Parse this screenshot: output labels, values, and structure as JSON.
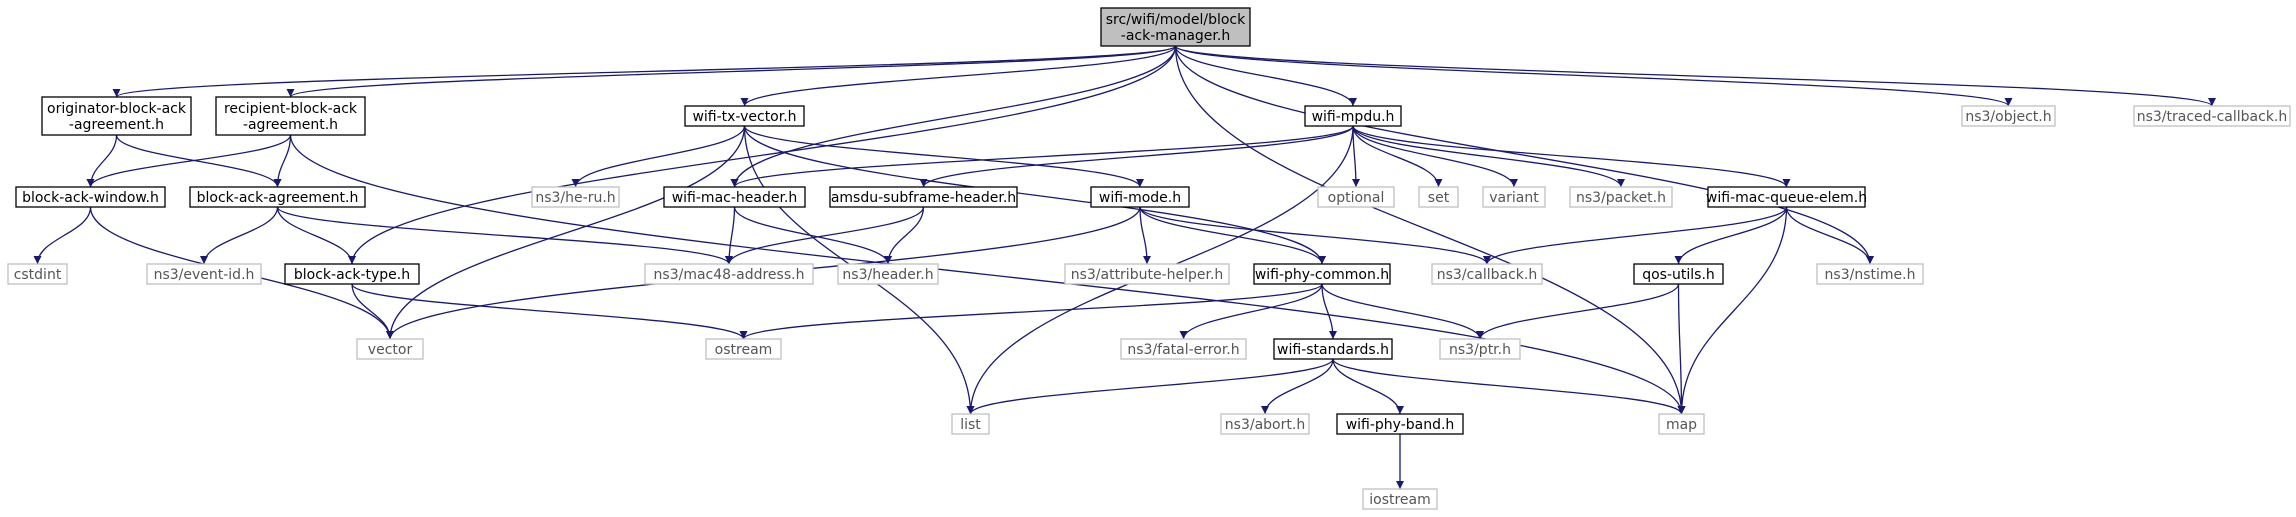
{
  "colors": {
    "edge": "#191970",
    "internal_border": "#000000",
    "external_border": "#bfbfbf",
    "root_fill": "#bfbfbf"
  },
  "nodes": [
    {
      "id": "root",
      "lines": [
        "src/wifi/model/block",
        "-ack-manager.h"
      ],
      "kind": "root"
    },
    {
      "id": "orig",
      "lines": [
        "originator-block-ack",
        "-agreement.h"
      ],
      "kind": "internal"
    },
    {
      "id": "recip",
      "lines": [
        "recipient-block-ack",
        "-agreement.h"
      ],
      "kind": "internal"
    },
    {
      "id": "txvec",
      "lines": [
        "wifi-tx-vector.h"
      ],
      "kind": "internal"
    },
    {
      "id": "mpdu",
      "lines": [
        "wifi-mpdu.h"
      ],
      "kind": "internal"
    },
    {
      "id": "object",
      "lines": [
        "ns3/object.h"
      ],
      "kind": "external"
    },
    {
      "id": "traced",
      "lines": [
        "ns3/traced-callback.h"
      ],
      "kind": "external"
    },
    {
      "id": "baw",
      "lines": [
        "block-ack-window.h"
      ],
      "kind": "internal"
    },
    {
      "id": "baa",
      "lines": [
        "block-ack-agreement.h"
      ],
      "kind": "internal"
    },
    {
      "id": "heru",
      "lines": [
        "ns3/he-ru.h"
      ],
      "kind": "external"
    },
    {
      "id": "machdr",
      "lines": [
        "wifi-mac-header.h"
      ],
      "kind": "internal"
    },
    {
      "id": "amsdu",
      "lines": [
        "amsdu-subframe-header.h"
      ],
      "kind": "internal"
    },
    {
      "id": "mode",
      "lines": [
        "wifi-mode.h"
      ],
      "kind": "internal"
    },
    {
      "id": "optional",
      "lines": [
        "optional"
      ],
      "kind": "external"
    },
    {
      "id": "set",
      "lines": [
        "set"
      ],
      "kind": "external"
    },
    {
      "id": "variant",
      "lines": [
        "variant"
      ],
      "kind": "external"
    },
    {
      "id": "packet",
      "lines": [
        "ns3/packet.h"
      ],
      "kind": "external"
    },
    {
      "id": "qelem",
      "lines": [
        "wifi-mac-queue-elem.h"
      ],
      "kind": "internal"
    },
    {
      "id": "cstdint",
      "lines": [
        "cstdint"
      ],
      "kind": "external"
    },
    {
      "id": "eventid",
      "lines": [
        "ns3/event-id.h"
      ],
      "kind": "external"
    },
    {
      "id": "batype",
      "lines": [
        "block-ack-type.h"
      ],
      "kind": "internal"
    },
    {
      "id": "mac48",
      "lines": [
        "ns3/mac48-address.h"
      ],
      "kind": "external"
    },
    {
      "id": "header",
      "lines": [
        "ns3/header.h"
      ],
      "kind": "external"
    },
    {
      "id": "attr",
      "lines": [
        "ns3/attribute-helper.h"
      ],
      "kind": "external"
    },
    {
      "id": "phycommon",
      "lines": [
        "wifi-phy-common.h"
      ],
      "kind": "internal"
    },
    {
      "id": "callback",
      "lines": [
        "ns3/callback.h"
      ],
      "kind": "external"
    },
    {
      "id": "qos",
      "lines": [
        "qos-utils.h"
      ],
      "kind": "internal"
    },
    {
      "id": "nstime",
      "lines": [
        "ns3/nstime.h"
      ],
      "kind": "external"
    },
    {
      "id": "vector",
      "lines": [
        "vector"
      ],
      "kind": "external"
    },
    {
      "id": "ostream",
      "lines": [
        "ostream"
      ],
      "kind": "external"
    },
    {
      "id": "fatal",
      "lines": [
        "ns3/fatal-error.h"
      ],
      "kind": "external"
    },
    {
      "id": "standards",
      "lines": [
        "wifi-standards.h"
      ],
      "kind": "internal"
    },
    {
      "id": "ptr",
      "lines": [
        "ns3/ptr.h"
      ],
      "kind": "external"
    },
    {
      "id": "list",
      "lines": [
        "list"
      ],
      "kind": "external"
    },
    {
      "id": "abort",
      "lines": [
        "ns3/abort.h"
      ],
      "kind": "external"
    },
    {
      "id": "phyband",
      "lines": [
        "wifi-phy-band.h"
      ],
      "kind": "internal"
    },
    {
      "id": "map",
      "lines": [
        "map"
      ],
      "kind": "external"
    },
    {
      "id": "iostream",
      "lines": [
        "iostream"
      ],
      "kind": "external"
    }
  ],
  "edges": [
    [
      "root",
      "orig"
    ],
    [
      "root",
      "recip"
    ],
    [
      "root",
      "txvec"
    ],
    [
      "root",
      "mpdu"
    ],
    [
      "root",
      "object"
    ],
    [
      "root",
      "traced"
    ],
    [
      "root",
      "batype"
    ],
    [
      "root",
      "machdr"
    ],
    [
      "root",
      "nstime"
    ],
    [
      "root",
      "map"
    ],
    [
      "orig",
      "baw"
    ],
    [
      "orig",
      "baa"
    ],
    [
      "recip",
      "baw"
    ],
    [
      "recip",
      "baa"
    ],
    [
      "recip",
      "map"
    ],
    [
      "baw",
      "cstdint"
    ],
    [
      "baw",
      "vector"
    ],
    [
      "baa",
      "eventid"
    ],
    [
      "baa",
      "batype"
    ],
    [
      "baa",
      "mac48"
    ],
    [
      "txvec",
      "heru"
    ],
    [
      "txvec",
      "mode"
    ],
    [
      "txvec",
      "phycommon"
    ],
    [
      "txvec",
      "vector"
    ],
    [
      "txvec",
      "list"
    ],
    [
      "mpdu",
      "machdr"
    ],
    [
      "mpdu",
      "amsdu"
    ],
    [
      "mpdu",
      "optional"
    ],
    [
      "mpdu",
      "set"
    ],
    [
      "mpdu",
      "variant"
    ],
    [
      "mpdu",
      "packet"
    ],
    [
      "mpdu",
      "qelem"
    ],
    [
      "mpdu",
      "list"
    ],
    [
      "machdr",
      "mac48"
    ],
    [
      "machdr",
      "header"
    ],
    [
      "amsdu",
      "mac48"
    ],
    [
      "amsdu",
      "header"
    ],
    [
      "mode",
      "attr"
    ],
    [
      "mode",
      "phycommon"
    ],
    [
      "mode",
      "callback"
    ],
    [
      "mode",
      "vector"
    ],
    [
      "qelem",
      "callback"
    ],
    [
      "qelem",
      "qos"
    ],
    [
      "qelem",
      "nstime"
    ],
    [
      "qelem",
      "map"
    ],
    [
      "batype",
      "vector"
    ],
    [
      "batype",
      "ostream"
    ],
    [
      "phycommon",
      "fatal"
    ],
    [
      "phycommon",
      "standards"
    ],
    [
      "phycommon",
      "ptr"
    ],
    [
      "phycommon",
      "ostream"
    ],
    [
      "qos",
      "ptr"
    ],
    [
      "qos",
      "map"
    ],
    [
      "standards",
      "list"
    ],
    [
      "standards",
      "abort"
    ],
    [
      "standards",
      "phyband"
    ],
    [
      "standards",
      "map"
    ],
    [
      "phyband",
      "iostream"
    ]
  ]
}
